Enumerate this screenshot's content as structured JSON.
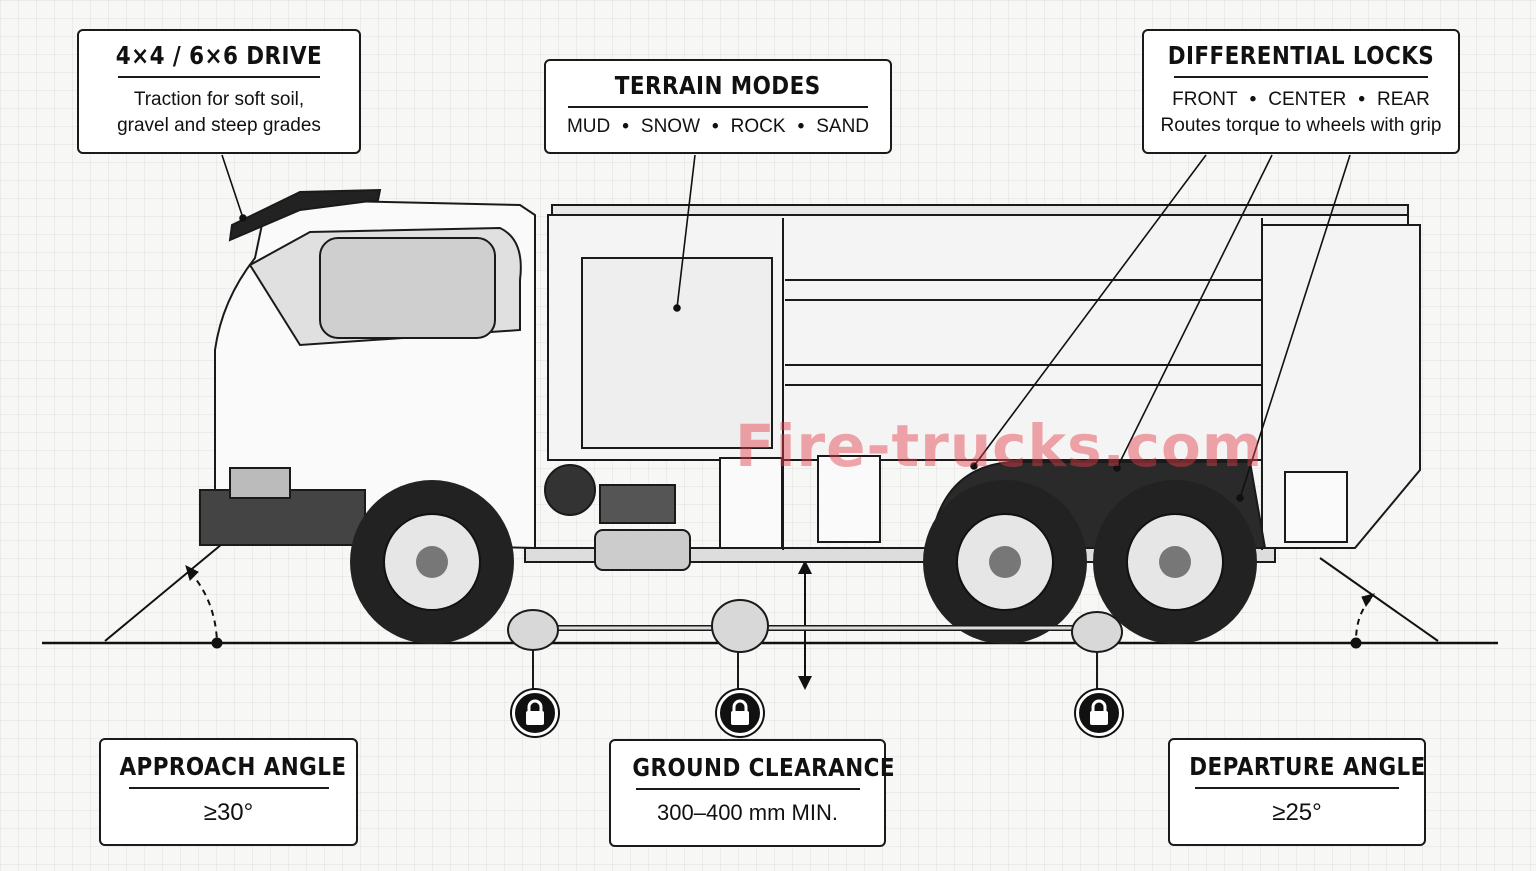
{
  "callouts": {
    "drive": {
      "title": "4×4 / 6×6 DRIVE",
      "line1": "Traction for soft soil,",
      "line2": "gravel and steep grades"
    },
    "terrain": {
      "title": "TERRAIN MODES",
      "modes": [
        "MUD",
        "SNOW",
        "ROCK",
        "SAND"
      ]
    },
    "diff": {
      "title": "DIFFERENTIAL LOCKS",
      "locks": [
        "FRONT",
        "CENTER",
        "REAR"
      ],
      "line2": "Routes torque to wheels with grip"
    },
    "approach": {
      "title": "APPROACH ANGLE",
      "value": "≥30°"
    },
    "clearance": {
      "title": "GROUND CLEARANCE",
      "value": "300–400 mm MIN."
    },
    "departure": {
      "title": "DEPARTURE ANGLE",
      "value": "≥25°"
    }
  },
  "watermark": "Fire-trucks.com",
  "separator": "•",
  "icons": [
    "lock-icon",
    "lock-icon",
    "lock-icon"
  ]
}
